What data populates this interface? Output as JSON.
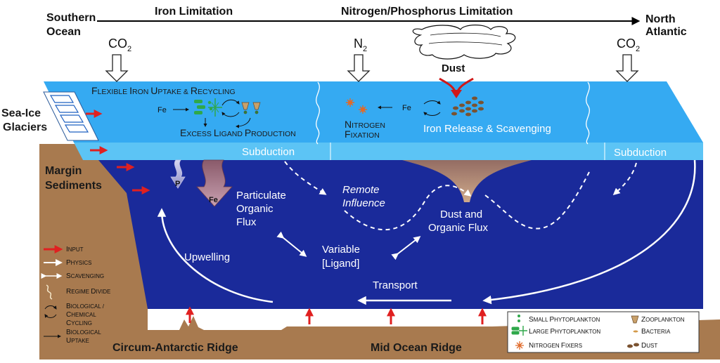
{
  "header": {
    "left_region": [
      "Southern",
      "Ocean"
    ],
    "right_region": [
      "North",
      "Atlantic"
    ],
    "iron_limitation": "Iron Limitation",
    "np_limitation": "Nitrogen/Phosphorus Limitation"
  },
  "inputs": {
    "co2_left": "CO",
    "co2_right": "CO",
    "co2_sub": "2",
    "n2": "N",
    "n2_sub": "2",
    "dust": "Dust"
  },
  "surface": {
    "flexible_uptake": {
      "F": "F",
      "rest1": "LEXIBLE ",
      "I": "I",
      "rest2": "RON ",
      "U": "U",
      "rest3": "PTAKE & ",
      "R": "R",
      "rest4": "ECYCLING"
    },
    "fe_left": "Fe",
    "fe_mid": "Fe",
    "excess_ligand": {
      "E": "E",
      "rest1": "XCESS ",
      "L": "L",
      "rest2": "IGAND ",
      "P": "P",
      "rest3": "RODUCTION"
    },
    "nitrogen": {
      "N": "N",
      "rest": "ITROGEN"
    },
    "fixation": {
      "F": "F",
      "rest": "IXATION"
    },
    "iron_release": "Iron Release & Scavenging",
    "subduction_left": "Subduction",
    "subduction_right": "Subduction"
  },
  "left_side": {
    "sea_ice": "Sea-Ice",
    "glaciers": "Glaciers",
    "margin": "Margin",
    "sediments": "Sediments"
  },
  "deep": {
    "p_label": "P",
    "fe_label": "Fe",
    "particulate": [
      "Particulate",
      "Organic",
      "Flux"
    ],
    "remote": [
      "Remote",
      "Influence"
    ],
    "dust_flux": [
      "Dust and",
      "Organic Flux"
    ],
    "variable": [
      "Variable",
      "[Ligand]"
    ],
    "upwelling": "Upwelling",
    "transport": "Transport"
  },
  "bottom": {
    "left_ridge": "Circum-Antarctic Ridge",
    "right_ridge": "Mid Ocean Ridge"
  },
  "legend_left": [
    {
      "first": "I",
      "rest": "NPUT"
    },
    {
      "first": "P",
      "rest": "HYSICS"
    },
    {
      "first": "S",
      "rest": "CAVENGING"
    },
    {
      "first": "R",
      "rest": "EGIME ",
      "first2": "D",
      "rest2": "IVIDE"
    },
    {
      "first": "B",
      "rest": "IOLOGICAL /",
      "line2_first": "C",
      "line2_rest": "HEMICAL",
      "line3_first": "C",
      "line3_rest": "YCLING"
    },
    {
      "first": "B",
      "rest": "IOLOGICAL",
      "line2_first": "U",
      "line2_rest": "PTAKE"
    }
  ],
  "legend_right": {
    "small_phyto": {
      "first": "S",
      "rest": "MALL ",
      "first2": "P",
      "rest2": "HYTOPLANKTON"
    },
    "large_phyto": {
      "first": "L",
      "rest": "ARGE ",
      "first2": "P",
      "rest2": "HYTOPLANKTON"
    },
    "n_fixers": {
      "first": "N",
      "rest": "ITROGEN ",
      "first2": "F",
      "rest2": "IXERS"
    },
    "zooplankton": {
      "first": "Z",
      "rest": "OOPLANKTON"
    },
    "bacteria": {
      "first": "B",
      "rest": "ACTERIA"
    },
    "dust": {
      "first": "D",
      "rest": "UST"
    }
  },
  "colors": {
    "surface_ocean": "#35aaf2",
    "subduction_band": "#5cc4f5",
    "deep_ocean": "#1a2a9a",
    "sediment": "#a87a4f",
    "input_arrow": "#e02020",
    "dust_plume": "#c9a27e"
  }
}
